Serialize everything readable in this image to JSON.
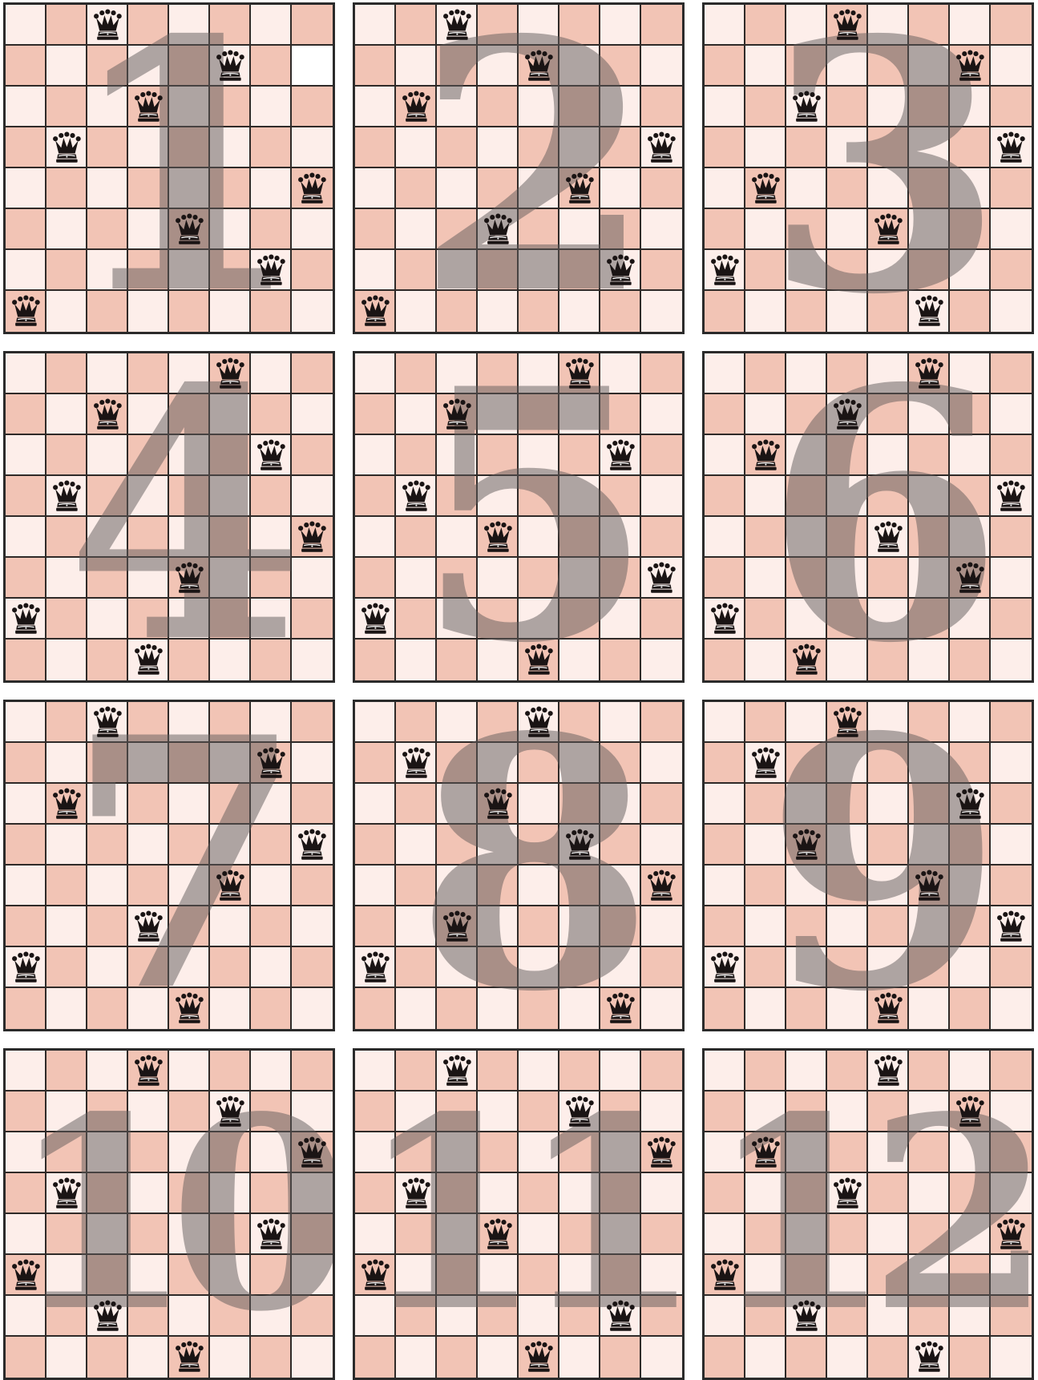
{
  "boards": [
    {
      "label": "1",
      "queens": [
        3,
        6,
        4,
        2,
        8,
        5,
        7,
        1
      ],
      "blank_squares": [
        [
          2,
          8
        ]
      ]
    },
    {
      "label": "2",
      "queens": [
        3,
        5,
        2,
        8,
        6,
        4,
        7,
        1
      ],
      "blank_squares": []
    },
    {
      "label": "3",
      "queens": [
        4,
        7,
        3,
        8,
        2,
        5,
        1,
        6
      ],
      "blank_squares": []
    },
    {
      "label": "4",
      "queens": [
        6,
        3,
        7,
        2,
        8,
        5,
        1,
        4
      ],
      "blank_squares": []
    },
    {
      "label": "5",
      "queens": [
        6,
        3,
        7,
        2,
        4,
        8,
        1,
        5
      ],
      "blank_squares": []
    },
    {
      "label": "6",
      "queens": [
        6,
        4,
        2,
        8,
        5,
        7,
        1,
        3
      ],
      "blank_squares": []
    },
    {
      "label": "7",
      "queens": [
        3,
        7,
        2,
        8,
        6,
        4,
        1,
        5
      ],
      "blank_squares": []
    },
    {
      "label": "8",
      "queens": [
        5,
        2,
        4,
        6,
        8,
        3,
        1,
        7
      ],
      "blank_squares": []
    },
    {
      "label": "9",
      "queens": [
        4,
        2,
        7,
        3,
        6,
        8,
        1,
        5
      ],
      "blank_squares": []
    },
    {
      "label": "10",
      "queens": [
        4,
        6,
        8,
        2,
        7,
        1,
        3,
        5
      ],
      "blank_squares": []
    },
    {
      "label": "11",
      "queens": [
        3,
        6,
        8,
        2,
        4,
        1,
        7,
        5
      ],
      "blank_squares": []
    },
    {
      "label": "12",
      "queens": [
        5,
        7,
        2,
        4,
        8,
        1,
        3,
        6
      ],
      "blank_squares": []
    }
  ],
  "colors": {
    "light_square": "#fdeeea",
    "dark_square": "#f2c4b5",
    "queen": "#1a1414",
    "numeral_overlay": "#5f5a5a"
  },
  "icon": "queen-icon"
}
